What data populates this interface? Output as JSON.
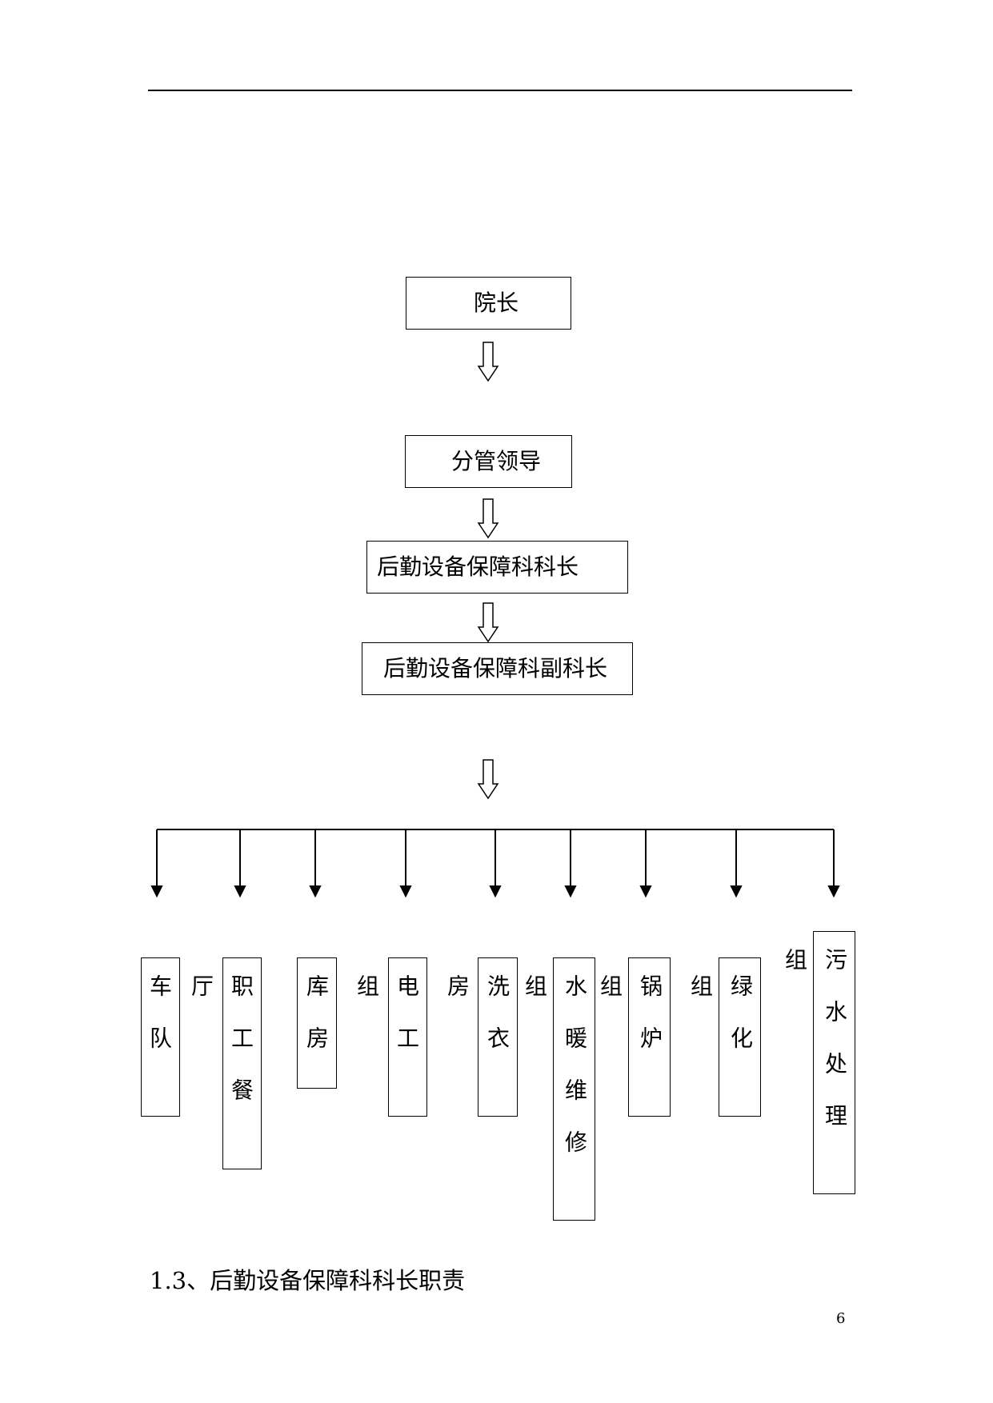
{
  "org_chart": {
    "level1": "院长",
    "level2": "分管领导",
    "level3": "后勤设备保障科科长",
    "level4": "后勤设备保障科副科长",
    "units": [
      "车队",
      "职工餐厅",
      "库房",
      "电工组",
      "洗衣房",
      "水暖维修组",
      "锅炉组",
      "绿化组",
      "污水处理组"
    ]
  },
  "section_heading": "1.3、后勤设备保障科科长职责",
  "page_number": "6"
}
